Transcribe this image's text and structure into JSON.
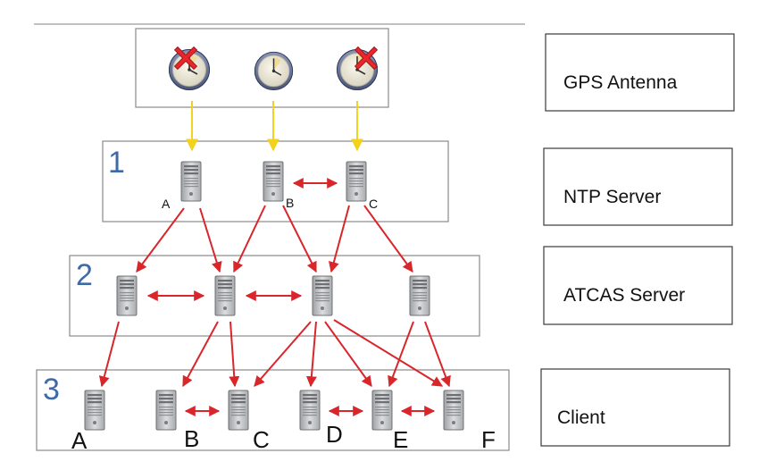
{
  "diagram": {
    "legend": {
      "gps": "GPS Antenna",
      "ntp": "NTP Server",
      "atcas": "ATCAS Server",
      "client": "Client"
    },
    "tiers": {
      "tier1_number": "1",
      "tier2_number": "2",
      "tier3_number": "3"
    },
    "ntp_servers": [
      "A",
      "B",
      "C"
    ],
    "clients": [
      "A",
      "B",
      "C",
      "D",
      "E",
      "F"
    ],
    "gps_clocks": [
      {
        "icon": "clock-icon",
        "status": "failed"
      },
      {
        "icon": "clock-icon",
        "status": "ok"
      },
      {
        "icon": "clock-icon",
        "status": "failed"
      }
    ],
    "colors": {
      "tier_number": "#3f6aa8",
      "sync_arrow": "#f2d21d",
      "link_arrow": "#d8262b",
      "failure_cross": "#e8262b"
    }
  }
}
